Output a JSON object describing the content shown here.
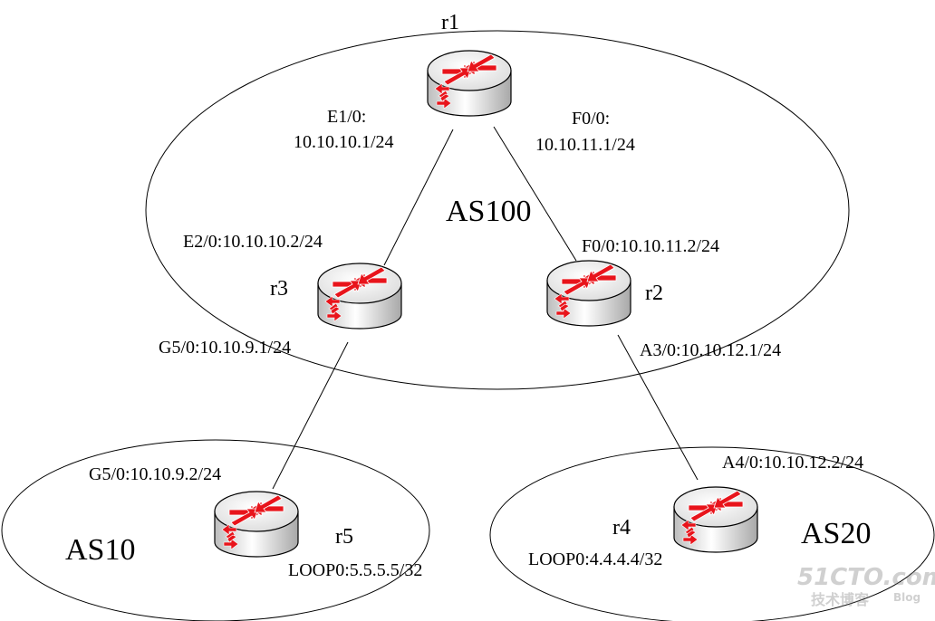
{
  "areas": {
    "as100": "AS100",
    "as10": "AS10",
    "as20": "AS20"
  },
  "routers": {
    "r1": "r1",
    "r2": "r2",
    "r3": "r3",
    "r4": "r4",
    "r5": "r5"
  },
  "interfaces": {
    "r1_e10_line1": "E1/0:",
    "r1_e10_line2": "10.10.10.1/24",
    "r1_f00_line1": "F0/0:",
    "r1_f00_line2": "10.10.11.1/24",
    "r3_e20": "E2/0:10.10.10.2/24",
    "r3_g50": "G5/0:10.10.9.1/24",
    "r2_f00": "F0/0:10.10.11.2/24",
    "r2_a30": "A3/0:10.10.12.1/24",
    "r5_g50": "G5/0:10.10.9.2/24",
    "r5_loop0": "LOOP0:5.5.5.5/32",
    "r4_a40": "A4/0:10.10.12.2/24",
    "r4_loop0": "LOOP0:4.4.4.4/32"
  },
  "watermark": {
    "site": "51CTO.com",
    "sub": "技术博客",
    "blog": "Blog"
  },
  "colors": {
    "router_body": "#f2f2f2",
    "router_arrows": "#e8141b",
    "lines": "#000000"
  },
  "icon": "router-icon"
}
